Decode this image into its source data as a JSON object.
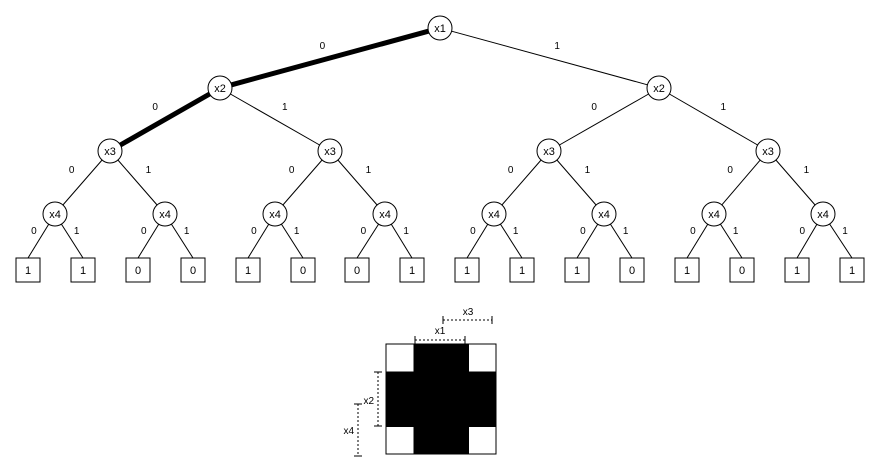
{
  "tree": {
    "root": {
      "label": "x1"
    },
    "level2": [
      {
        "label": "x2"
      },
      {
        "label": "x2"
      }
    ],
    "level3": [
      {
        "label": "x3"
      },
      {
        "label": "x3"
      },
      {
        "label": "x3"
      },
      {
        "label": "x3"
      }
    ],
    "level4": [
      {
        "label": "x4"
      },
      {
        "label": "x4"
      },
      {
        "label": "x4"
      },
      {
        "label": "x4"
      },
      {
        "label": "x4"
      },
      {
        "label": "x4"
      },
      {
        "label": "x4"
      },
      {
        "label": "x4"
      }
    ],
    "branch_labels": {
      "low": "0",
      "high": "1"
    },
    "leaves": [
      "1",
      "1",
      "0",
      "0",
      "1",
      "0",
      "0",
      "1",
      "1",
      "1",
      "1",
      "0",
      "1",
      "0",
      "1",
      "1"
    ],
    "highlighted_path": [
      "0",
      "0"
    ]
  },
  "karnaugh": {
    "labels": {
      "x1": "x1",
      "x2": "x2",
      "x3": "x3",
      "x4": "x4"
    },
    "rows": [
      [
        0,
        1,
        1,
        0
      ],
      [
        1,
        1,
        1,
        1
      ],
      [
        1,
        1,
        1,
        1
      ],
      [
        0,
        1,
        1,
        0
      ]
    ],
    "colors": {
      "filled": "#000000",
      "empty": "#ffffff"
    }
  }
}
